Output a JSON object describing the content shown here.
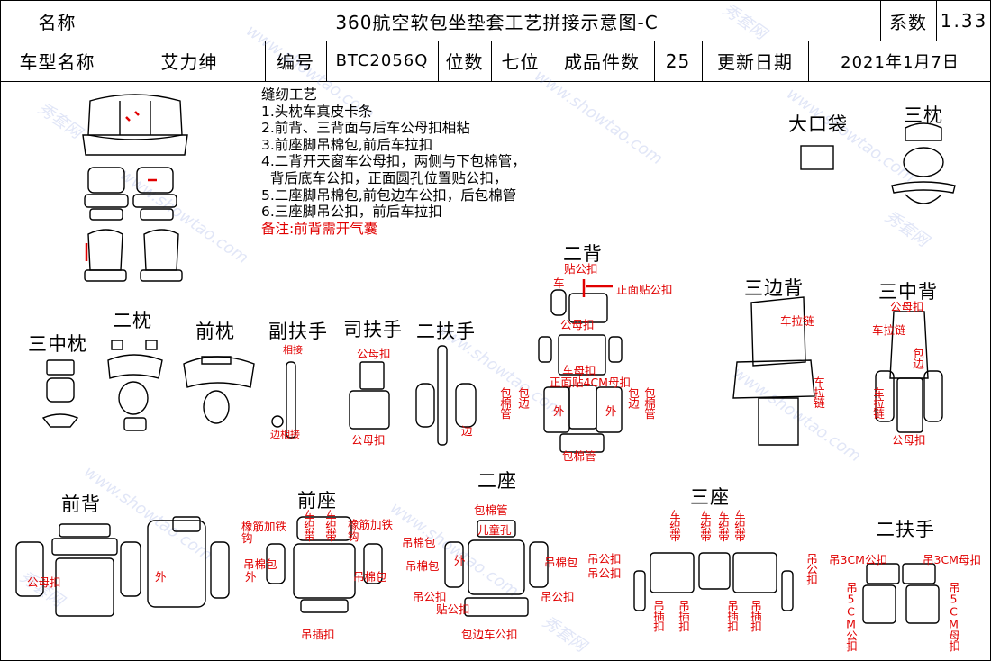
{
  "header": {
    "name_label": "名称",
    "title": "360航空软包坐垫套工艺拼接示意图-C",
    "coef_label": "系数",
    "coef_value": "1.33",
    "model_label": "车型名称",
    "model_value": "艾力绅",
    "code_label": "编号",
    "code_value": "BTC2056Q",
    "seats_label": "位数",
    "seats_value": "七位",
    "pieces_label": "成品件数",
    "pieces_value": "25",
    "date_label": "更新日期",
    "date_value": "2021年1月7日"
  },
  "notes": {
    "title": "缝纫工艺",
    "items": [
      "1.头枕车真皮卡条",
      "2.前背、三背面与后车公母扣相粘",
      "3.前座脚吊棉包,前后车拉扣",
      "4.二背开天窗车公母扣，两侧与下包棉管，",
      "  背后底车公扣，正面圆孔位置贴公扣，",
      "5.二座脚吊棉包,前包边车公扣，后包棉管",
      "6.三座脚吊公扣，前后车拉扣"
    ],
    "remark": "备注:前背需开气囊"
  },
  "sections": {
    "big_pocket": "大口袋",
    "third_pillow": "三枕",
    "second_back": "二背",
    "third_side_back": "三边背",
    "third_mid_back": "三中背",
    "third_mid_pillow": "三中枕",
    "second_pillow": "二枕",
    "front_pillow": "前枕",
    "co_armrest": "副扶手",
    "driver_armrest": "司扶手",
    "second_armrest": "二扶手",
    "front_back": "前背",
    "front_seat": "前座",
    "second_seat": "二座",
    "third_seat": "三座",
    "second_armrest_b": "二扶手"
  },
  "annotations": {
    "a01": "贴公扣",
    "a02": "车",
    "a03": "正面贴公扣",
    "a04": "公母扣",
    "a05": "车母扣",
    "a06": "正面贴4CM母扣",
    "a07": "包边",
    "a08": "包边",
    "a09": "包棉管",
    "a10": "包棉管",
    "a11": "外",
    "a12": "外",
    "a13": "包棉管",
    "a14": "车拉链",
    "a15": "车拉链",
    "a16": "公母扣",
    "a17": "车拉链",
    "a18": "包边",
    "a19": "车拉链",
    "a20": "公母扣",
    "a21": "相接",
    "a22": "边相接",
    "a23": "公母扣",
    "a24": "公母扣",
    "a25": "边",
    "a26": "公母扣",
    "a27": "外",
    "a28": "橡筋加铁钩",
    "a29": "车织带",
    "a30": "车织带",
    "a31": "橡筋加铁钩",
    "a32": "吊棉包",
    "a33": "吊棉包",
    "a34": "外",
    "a35": "吊插扣",
    "a36": "包棉管",
    "a37": "儿童孔",
    "a38": "吊棉包",
    "a39": "吊棉包",
    "a40": "外",
    "a41": "吊棉包",
    "a42": "吊公扣",
    "a43": "贴公扣",
    "a44": "吊公扣",
    "a45": "包边车公扣",
    "a46": "车织带",
    "a47": "车织带",
    "a48": "车织带",
    "a49": "车织带",
    "a50": "吊公扣",
    "a51": "吊公扣",
    "a52": "吊插扣",
    "a53": "吊插扣",
    "a54": "吊插扣",
    "a55": "吊插扣",
    "a56": "吊公扣",
    "a57": "吊3CM公扣",
    "a58": "吊3CM母扣",
    "a59": "吊5CM公扣",
    "a60": "吊5CM母扣"
  },
  "watermarks": {
    "text_a": "www.showtao.com",
    "text_b": "秀套网"
  },
  "colors": {
    "annotation": "#e10000",
    "line": "#000000",
    "watermark": "#8c9cdc"
  }
}
